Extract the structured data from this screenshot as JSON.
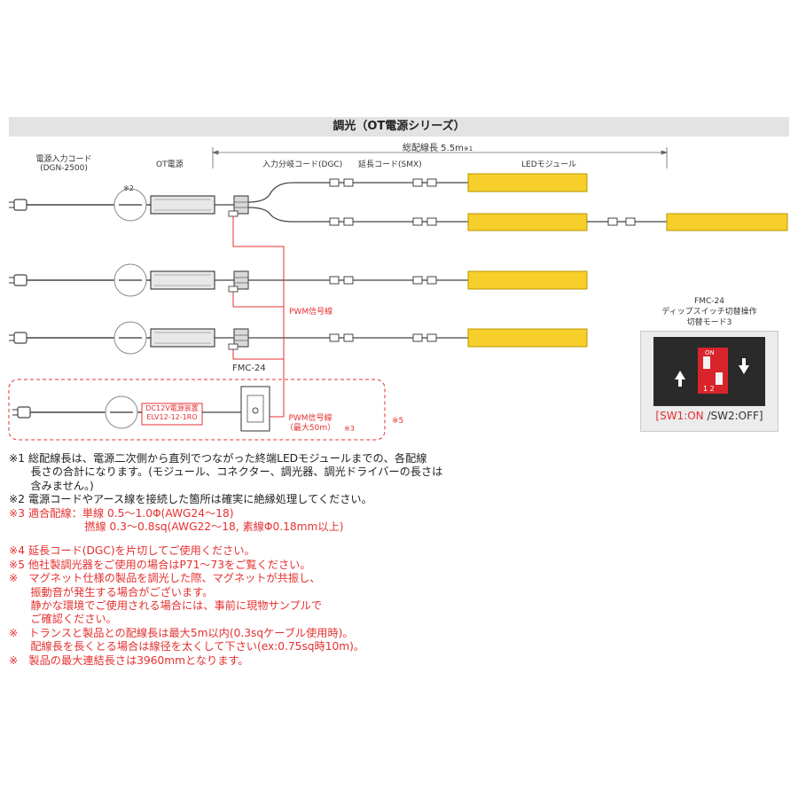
{
  "banner": {
    "title": "調光（OT電源シリーズ）"
  },
  "labels": {
    "total_length": "総配線長 5.5m",
    "total_length_mark": "※1",
    "power_cord_1": "電源入力コード",
    "power_cord_2": "(DGN-2500)",
    "mark2": "※2",
    "ot_power": "OT電源",
    "input_branch": "入力分岐コード(DGC)",
    "extension": "延長コード(SMX)",
    "led_module": "LEDモジュール",
    "pwm_line": "PWM信号線",
    "fmc_top": "FMC-24",
    "dc12v_1": "DC12V電源装置",
    "dc12v_2": "ELV12-12-1RO",
    "pwm_line2_1": "PWM信号線",
    "pwm_line2_2": "（最大50m）",
    "mark3": "※3",
    "mark5": "※5"
  },
  "dip": {
    "title_1": "FMC-24",
    "title_2": "ディップスイッチ切替操作",
    "title_3": "切替モード3",
    "switch_on": "ON",
    "switch_nums": "1 2",
    "caption_a": "[SW1:ON",
    "caption_b": " /SW2:OFF]"
  },
  "notes": [
    "※1 総配線長は、電源二次側から直列でつながった終端LEDモジュールまでの、各配線",
    "　　長さの合計になります。(モジュール、コネクター、調光器、調光ドライバーの長さは",
    "　　含みません。)",
    "※2 電源コードやアース線を接続した箇所は確実に絶縁処理してください。",
    "※3 適合配線：単線 0.5～1.0Φ(AWG24～18)",
    "　　　　　　　撚線 0.3～0.8sq(AWG22～18, 素線Φ0.18mm以上)",
    "",
    "※4 延長コード(DGC)を片切してご使用ください。",
    "※5 他社製調光器をご使用の場合はP71～73をご覧ください。",
    "※　マグネット仕様の製品を調光した際、マグネットが共振し、",
    "　　振動音が発生する場合がございます。",
    "　　静かな環境でご使用される場合には、事前に現物サンプルで",
    "　　ご確認ください。",
    "※　トランスと製品との配線長は最大5m以内(0.3sqケーブル使用時)。",
    "　　配線長を長くとる場合は線径を太くして下さい(ex:0.75sq時10m)。",
    "※　製品の最大連結長さは3960mmとなります。"
  ],
  "colors": {
    "accent_red": "#e53030",
    "led_yellow": "#f7cf2b",
    "dip_red": "#d8242a"
  }
}
